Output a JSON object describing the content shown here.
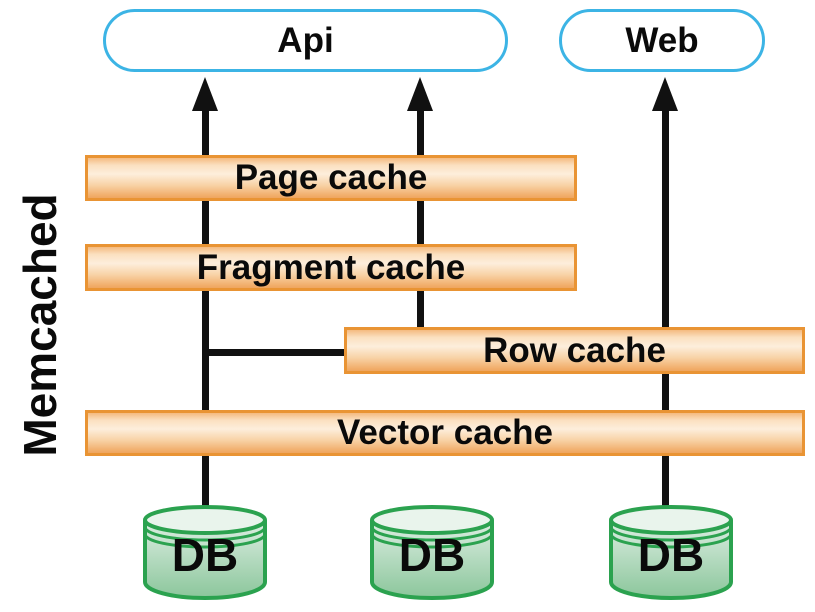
{
  "diagram": {
    "side_label": "Memcached",
    "endpoints": [
      {
        "label": "Api"
      },
      {
        "label": "Web"
      }
    ],
    "cache_layers": [
      {
        "label": "Page cache"
      },
      {
        "label": "Fragment cache"
      },
      {
        "label": "Row cache"
      },
      {
        "label": "Vector cache"
      }
    ],
    "databases": [
      {
        "label": "DB"
      },
      {
        "label": "DB"
      },
      {
        "label": "DB"
      }
    ],
    "colors": {
      "endpoint_border": "#3cb4e5",
      "cache_border": "#e99434",
      "cache_fill_light": "#fdeedc",
      "cache_fill_dark": "#efa55f",
      "db_border": "#2ba24f",
      "db_fill_light": "#ddeee3",
      "db_fill_dark": "#8bc69b",
      "connector": "#111111",
      "text": "#0a0a0a"
    }
  }
}
